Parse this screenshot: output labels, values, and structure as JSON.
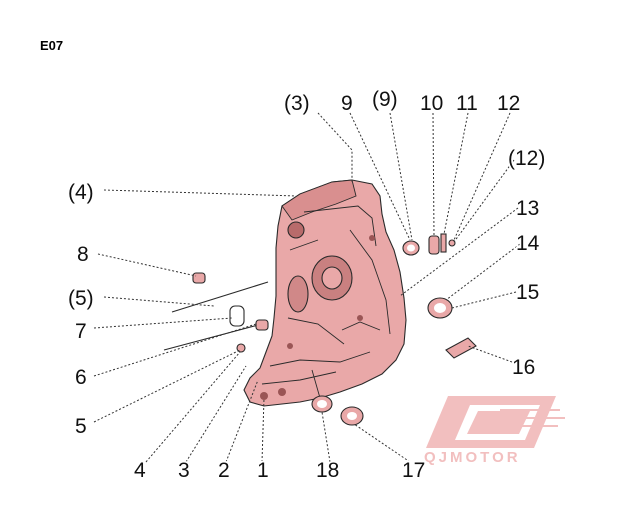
{
  "diagram_code": "E07",
  "colors": {
    "case_fill": "#e9a8a8",
    "case_dark": "#c98080",
    "brand": "#e58a8a",
    "line": "#222222"
  },
  "callouts": {
    "top_3p": "(3)",
    "top_9": "9",
    "top_9p": "(9)",
    "top_10": "10",
    "top_11": "11",
    "top_12": "12",
    "r_12p": "(12)",
    "r_13": "13",
    "r_14": "14",
    "r_15": "15",
    "r_16": "16",
    "l_4p": "(4)",
    "l_8": "8",
    "l_5p": "(5)",
    "l_7": "7",
    "l_6": "6",
    "l_5": "5",
    "b_4": "4",
    "b_3": "3",
    "b_2": "2",
    "b_1": "1",
    "b_18": "18",
    "b_17": "17"
  },
  "watermark": {
    "text": "QJMOTOR",
    "logo_icon": "qjmotor-logo-icon"
  }
}
